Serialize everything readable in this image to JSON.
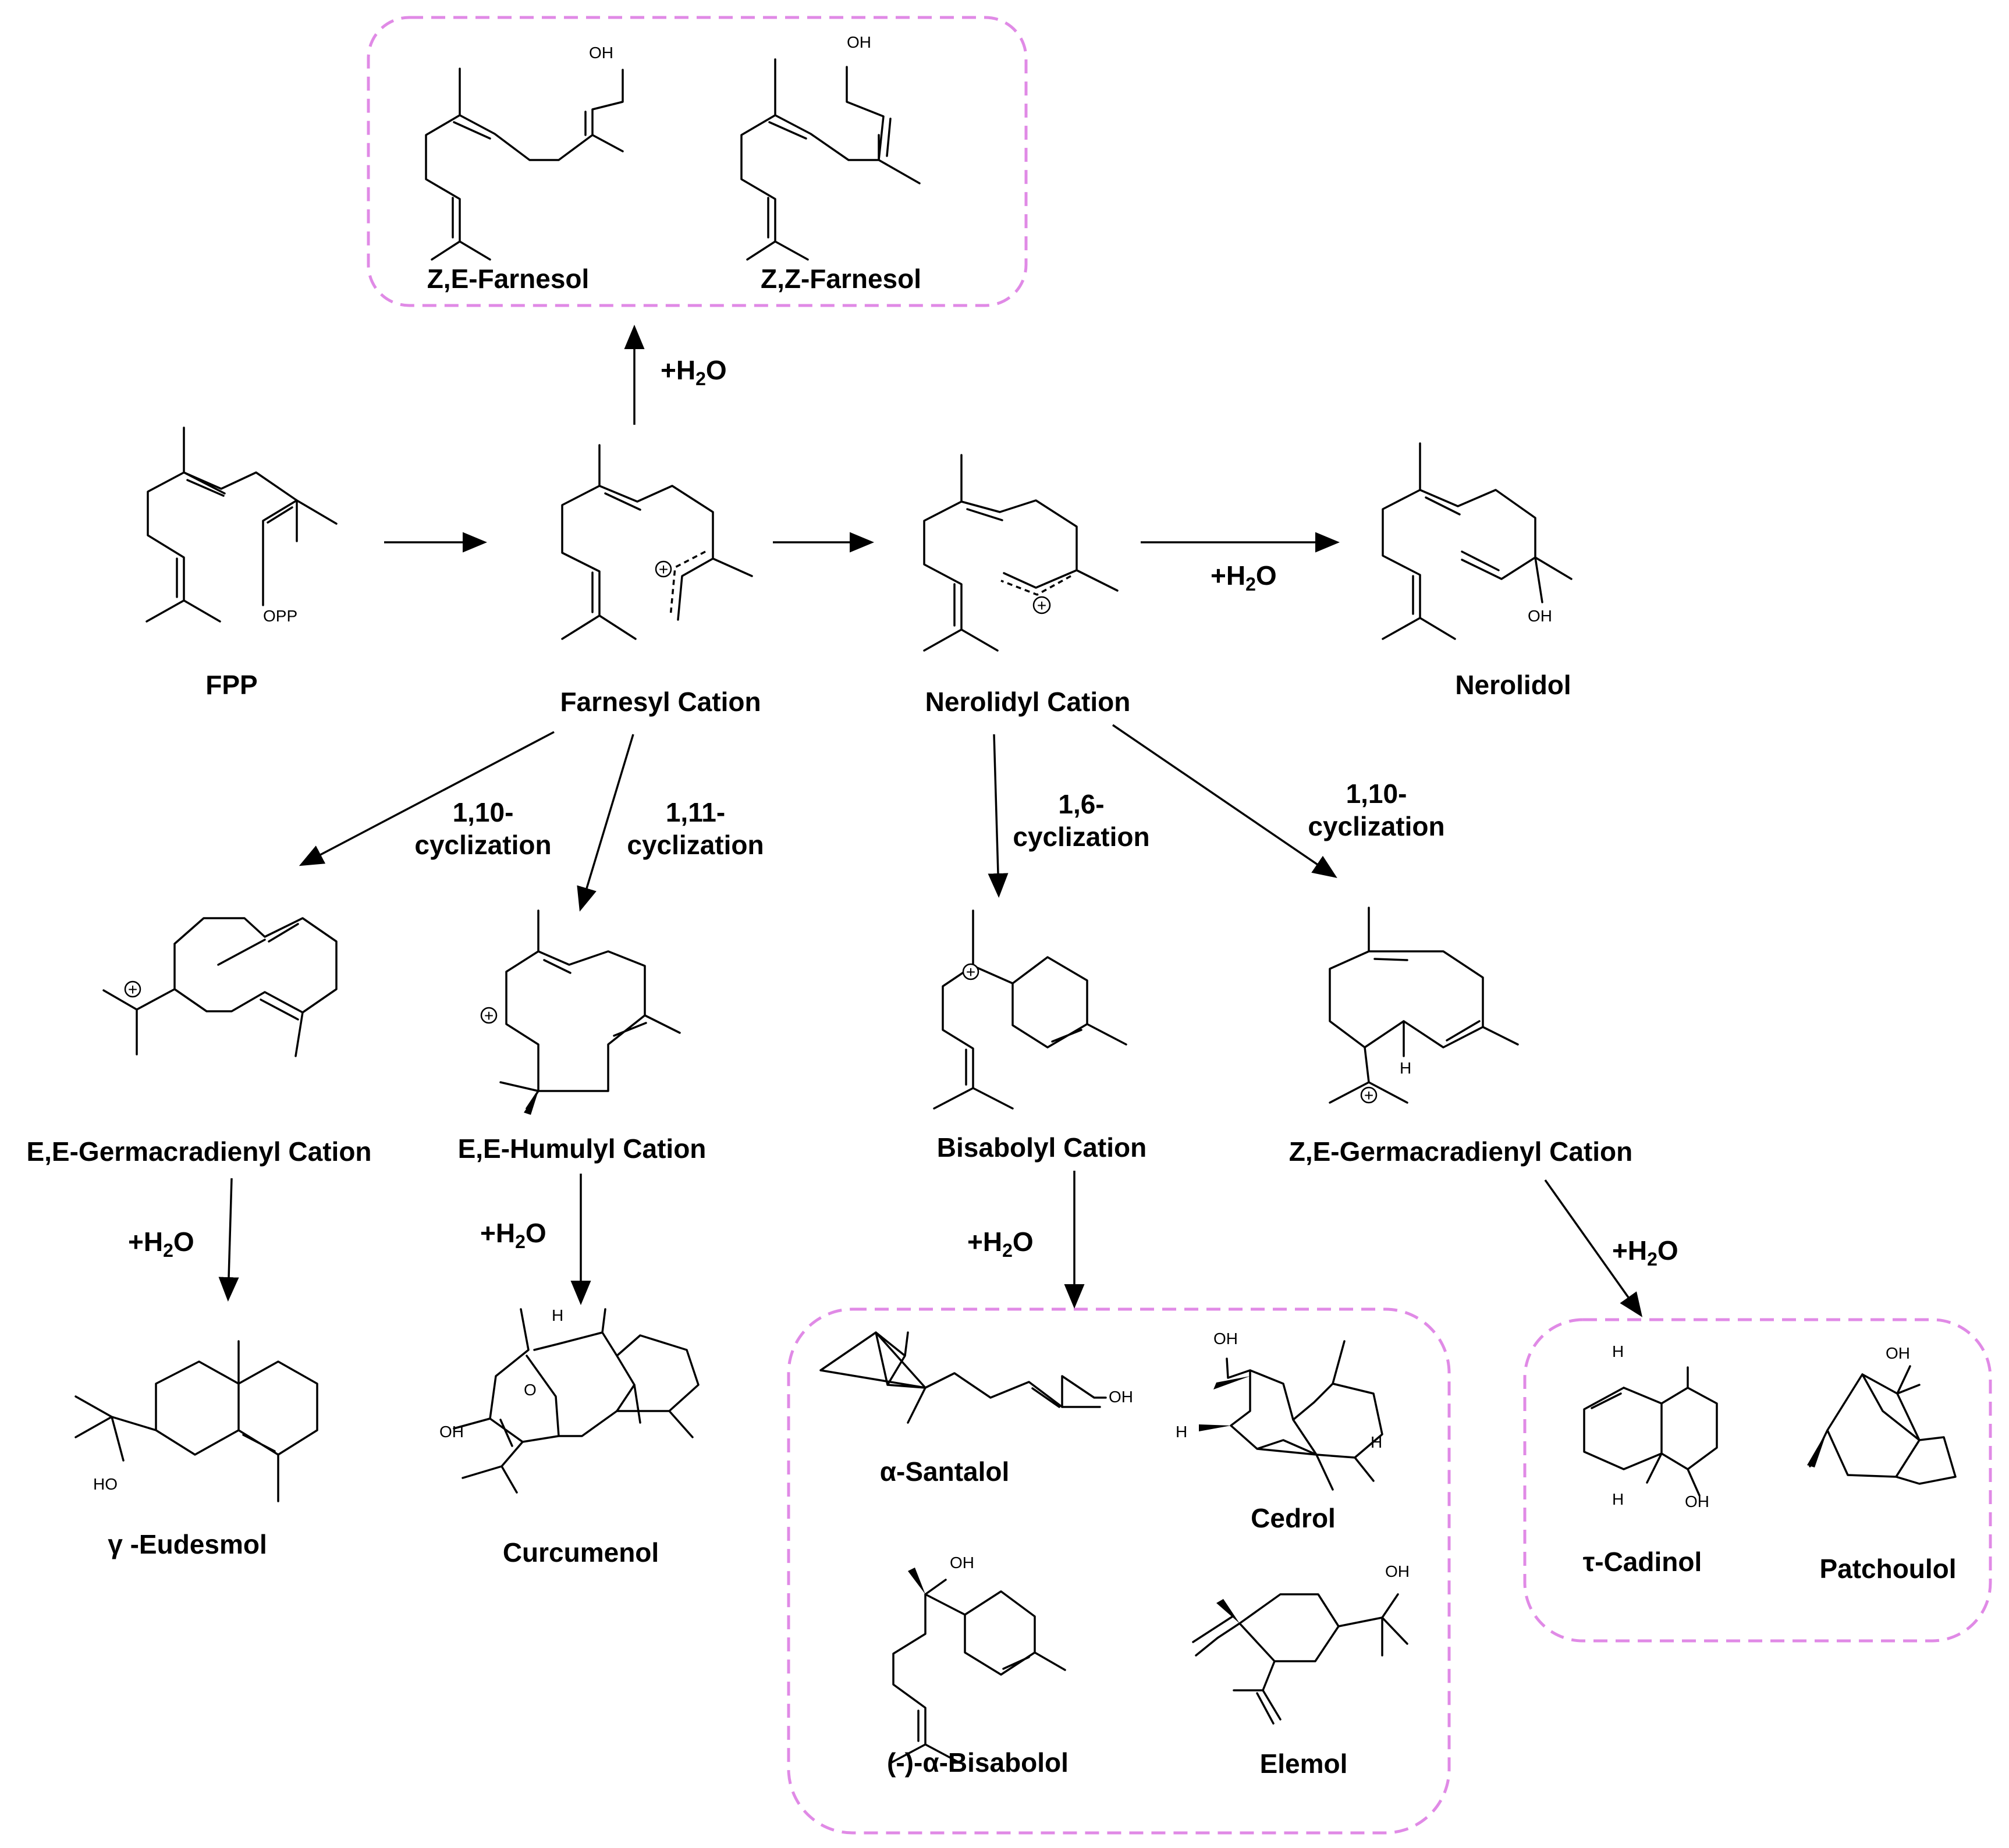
{
  "compounds": {
    "fpp": "FPP",
    "farnesyl_cation": "Farnesyl Cation",
    "nerolidyl_cation": "Nerolidyl Cation",
    "nerolidol": "Nerolidol",
    "ze_farnesol": "Z,E-Farnesol",
    "zz_farnesol": "Z,Z-Farnesol",
    "ee_germacradienyl_cation": "E,E-Germacradienyl Cation",
    "ee_humulyl_cation": "E,E-Humulyl Cation",
    "bisabolyl_cation": "Bisabolyl Cation",
    "ze_germacradienyl_cation": "Z,E-Germacradienyl Cation",
    "gamma_eudesmol": "γ -Eudesmol",
    "curcumenol": "Curcumenol",
    "alpha_santalol": "α-Santalol",
    "cedrol": "Cedrol",
    "alpha_bisabolol": "(-)-α-Bisabolol",
    "elemol": "Elemol",
    "tau_cadinol": "τ-Cadinol",
    "patchoulol": "Patchoulol"
  },
  "conditions": {
    "water_prefix": "+H",
    "water_sub": "2",
    "water_suffix": "O",
    "cyc_110_line1": "1,10-",
    "cyc_110_line2": "cyclization",
    "cyc_111_line1": "1,11-",
    "cyc_111_line2": "cyclization",
    "cyc_16_line1": "1,6-",
    "cyc_16_line2": "cyclization",
    "cyc_110b_line1": "1,10-",
    "cyc_110b_line2": "cyclization"
  },
  "atoms": {
    "oh": "OH",
    "ho": "HO",
    "opp": "OPP",
    "h": "H",
    "o": "O",
    "plus": "+"
  },
  "colors": {
    "group_border": "#e08ae6",
    "ink": "#000000"
  }
}
